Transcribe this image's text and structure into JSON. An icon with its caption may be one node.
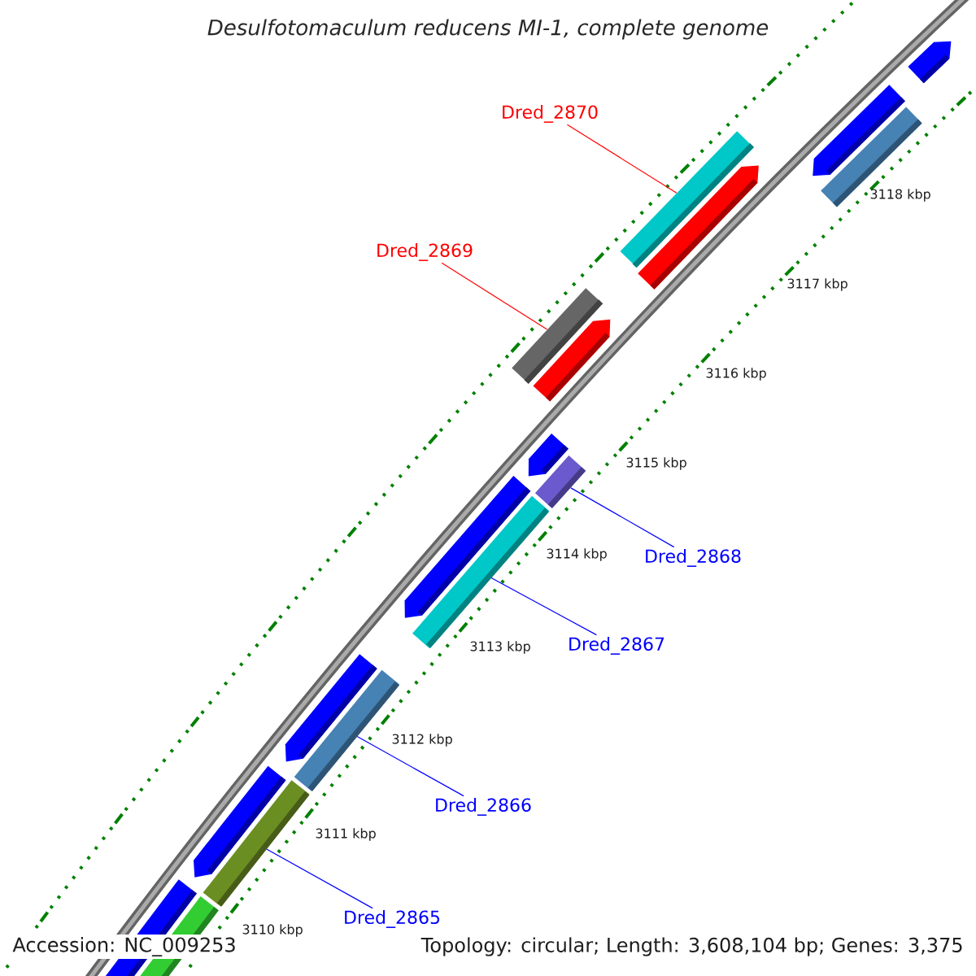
{
  "diagram": {
    "title": "Desulfotomaculum reducens MI-1, complete genome",
    "nodes": [
      {
        "text": [
          "Dred_2870"
        ]
      },
      {
        "text": [],
        "shape": "bar"
      },
      {
        "text": [
          "Dred_2869"
        ]
      },
      {
        "text": [],
        "shape": "bar"
      },
      {
        "text": [
          "Dred_2868"
        ]
      },
      {
        "text": [],
        "shape": "bar"
      },
      {
        "text": [
          "Dred_2867"
        ]
      },
      {
        "text": [],
        "shape": "bar"
      },
      {
        "text": [
          "Dred_2866"
        ]
      },
      {
        "text": [],
        "shape": "bar"
      },
      {
        "text": [
          "Dred_2865"
        ]
      },
      {
        "text": [],
        "shape": "bar"
      }
    ],
    "edges": [
      {
        "from": 0,
        "to": 1,
        "arrow": "none",
        "color": "#ff0000"
      },
      {
        "from": 2,
        "to": 3,
        "arrow": "none",
        "color": "#ff0000"
      },
      {
        "from": 4,
        "to": 5,
        "arrow": "none"
      },
      {
        "from": 6,
        "to": 7,
        "arrow": "none"
      },
      {
        "from": 8,
        "to": 9,
        "arrow": "none"
      },
      {
        "from": 10,
        "to": 11,
        "arrow": "none"
      }
    ],
    "labels": [
      "3118 kbp",
      "3117 kbp",
      "3116 kbp",
      "3115 kbp",
      "3114 kbp",
      "3113 kbp",
      "3112 kbp",
      "3111 kbp",
      "3110 kbp",
      "Accession: NC_009253",
      "Topology: circular; Length: 3,608,104 bp; Genes: 3,375"
    ]
  }
}
